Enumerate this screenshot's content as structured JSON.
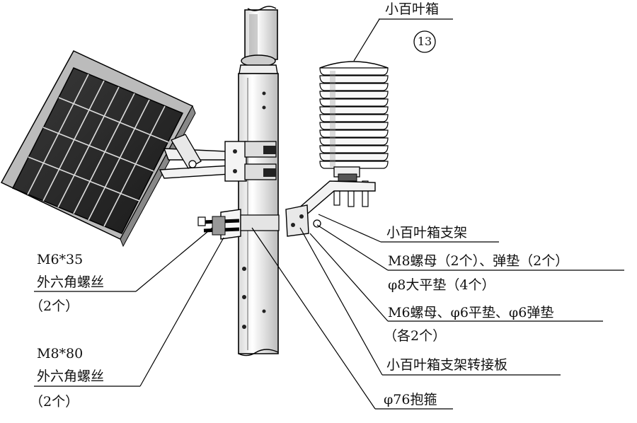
{
  "labels": {
    "shutter_small": "小百叶箱",
    "callout_number": "13",
    "shutter_bracket": "小百叶箱支架",
    "m8_nut_line": "M8螺母（2个）、弹垫（2个）",
    "phi8_washer": "φ8大平垫（4个）",
    "m6_nut_line": "M6螺母、φ6平垫、φ6弹垫",
    "m6_nut_qty": "（各2个）",
    "adapter_plate": "小百叶箱支架转接板",
    "hoop": "φ76抱箍",
    "m6_bolt_size": "M6*35",
    "m6_bolt_name": "外六角螺丝",
    "m6_bolt_qty": "（2个）",
    "m8_bolt_size": "M8*80",
    "m8_bolt_name": "外六角螺丝",
    "m8_bolt_qty": "（2个）"
  }
}
